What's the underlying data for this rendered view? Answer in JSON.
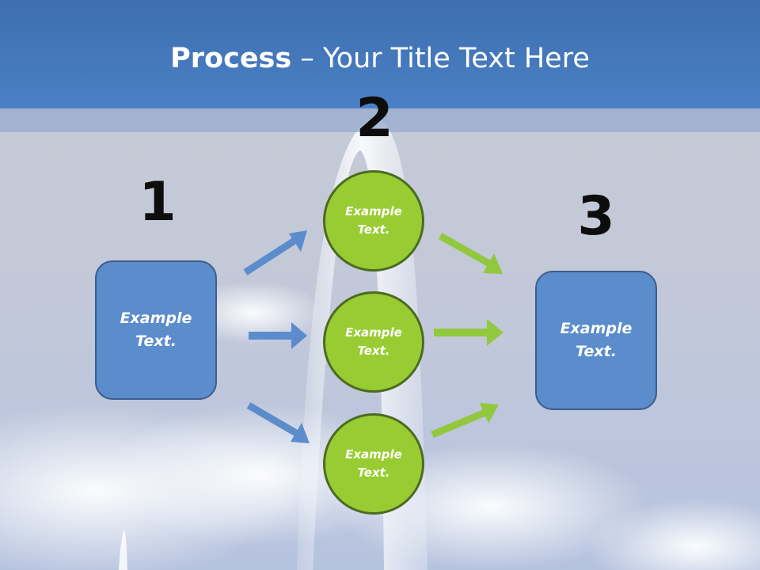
{
  "title": {
    "bold": "Process",
    "rest": " – Your Title Text Here"
  },
  "steps": [
    {
      "number": "1",
      "text": "Example Text."
    },
    {
      "number": "2",
      "items": [
        "Example Text.",
        "Example Text.",
        "Example Text."
      ]
    },
    {
      "number": "3",
      "text": "Example Text."
    }
  ],
  "colors": {
    "blue_box": "#5b8ccb",
    "green_circle": "#99cc33",
    "blue_arrow": "#5b8ccb",
    "green_arrow": "#92c83e"
  }
}
